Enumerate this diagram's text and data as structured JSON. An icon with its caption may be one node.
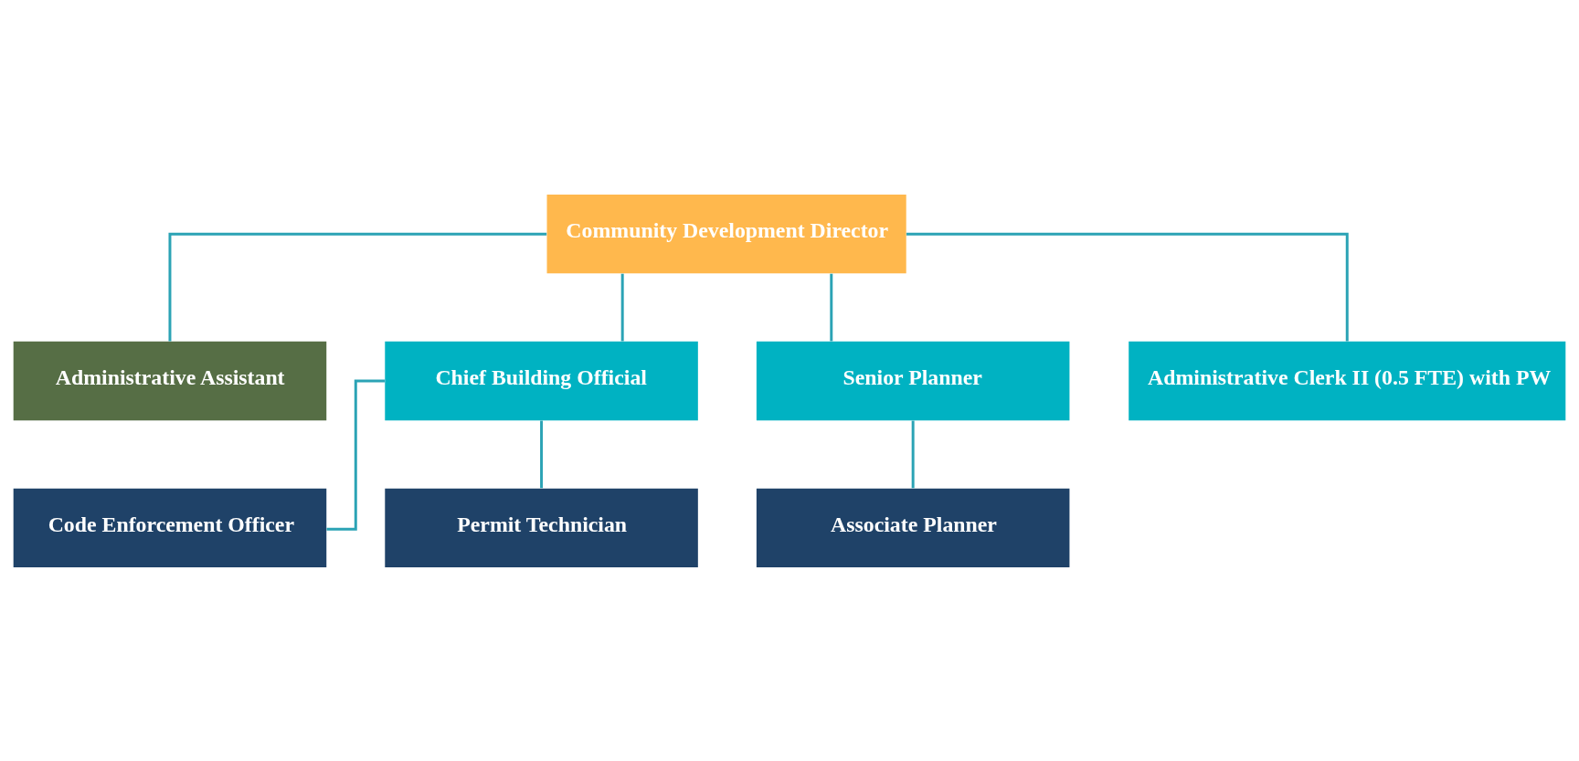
{
  "diagram": {
    "nodes": [
      {
        "text": [
          "Community Development Director"
        ]
      },
      {
        "text": [
          "Administrative Assistant"
        ]
      },
      {
        "text": [
          "Chief Building Official"
        ]
      },
      {
        "text": [
          "Senior Planner"
        ]
      },
      {
        "text": [
          "Administrative Clerk II (0.5 FTE) with PW"
        ]
      },
      {
        "text": [
          "Code Enforcement Officer"
        ]
      },
      {
        "text": [
          "Permit Technician"
        ]
      },
      {
        "text": [
          "Associate Planner"
        ]
      }
    ],
    "edges": [
      {
        "from": 0,
        "to": 1,
        "arrow": "none"
      },
      {
        "from": 0,
        "to": 2,
        "arrow": "none"
      },
      {
        "from": 0,
        "to": 3,
        "arrow": "none"
      },
      {
        "from": 0,
        "to": 4,
        "arrow": "none"
      },
      {
        "from": 2,
        "to": 5,
        "arrow": "none"
      },
      {
        "from": 2,
        "to": 6,
        "arrow": "none"
      },
      {
        "from": 3,
        "to": 7,
        "arrow": "none"
      }
    ]
  }
}
